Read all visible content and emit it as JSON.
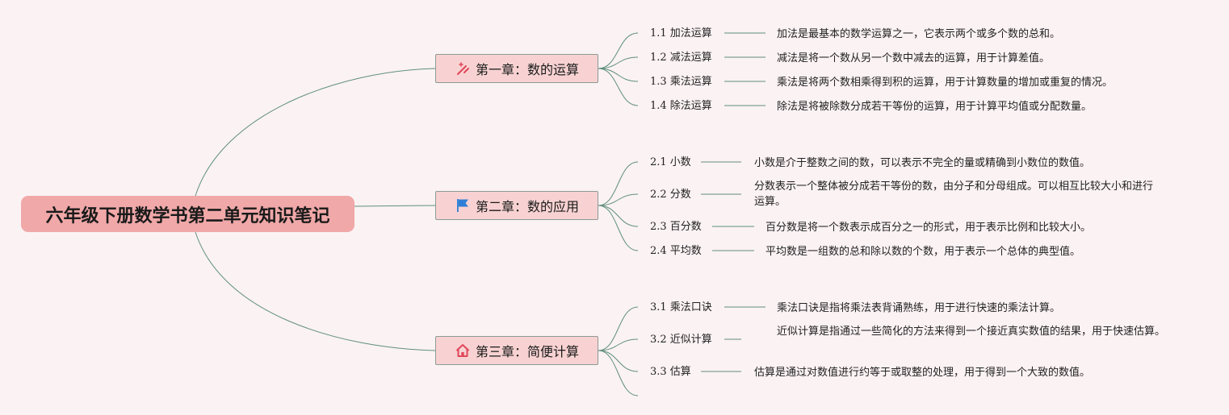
{
  "root": {
    "title": "六年级下册数学书第二单元知识笔记"
  },
  "chapters": [
    {
      "title": "第一章：数的运算",
      "icon": "magic-wand-icon",
      "topics": [
        {
          "label": "1.1 加法运算",
          "desc": "加法是最基本的数学运算之一，它表示两个或多个数的总和。"
        },
        {
          "label": "1.2 减法运算",
          "desc": "减法是将一个数从另一个数中减去的运算，用于计算差值。"
        },
        {
          "label": "1.3 乘法运算",
          "desc": "乘法是将两个数相乘得到积的运算，用于计算数量的增加或重复的情况。"
        },
        {
          "label": "1.4 除法运算",
          "desc": "除法是将被除数分成若干等份的运算，用于计算平均值或分配数量。"
        }
      ]
    },
    {
      "title": "第二章：数的应用",
      "icon": "flag-icon",
      "topics": [
        {
          "label": "2.1 小数",
          "desc": "小数是介于整数之间的数，可以表示不完全的量或精确到小数位的数值。"
        },
        {
          "label": "2.2 分数",
          "desc": "分数表示一个整体被分成若干等份的数，由分子和分母组成。可以相互比较大小和进行运算。"
        },
        {
          "label": "2.3 百分数",
          "desc": "百分数是将一个数表示成百分之一的形式，用于表示比例和比较大小。"
        },
        {
          "label": "2.4 平均数",
          "desc": "平均数是一组数的总和除以数的个数，用于表示一个总体的典型值。"
        }
      ]
    },
    {
      "title": "第三章：简便计算",
      "icon": "home-icon",
      "topics": [
        {
          "label": "3.1 乘法口诀",
          "desc": "乘法口诀是指将乘法表背诵熟练，用于进行快速的乘法计算。"
        },
        {
          "label": "3.2 近似计算",
          "desc": "近似计算是指通过一些简化的方法来得到一个接近真实数值的结果，用于快速估算。"
        },
        {
          "label": "3.3 估算",
          "desc": "估算是通过对数值进行约等于或取整的处理，用于得到一个大致的数值。"
        }
      ]
    }
  ],
  "colors": {
    "background": "#fbf2f4",
    "root_fill": "#f0a8a8",
    "chapter_fill": "#f8d2d2",
    "chapter_border": "#8c9a94",
    "connector": "#5f8f7c",
    "wand_icon": "#e0475b",
    "flag_icon": "#2f7fd6",
    "home_icon": "#e0475b"
  }
}
